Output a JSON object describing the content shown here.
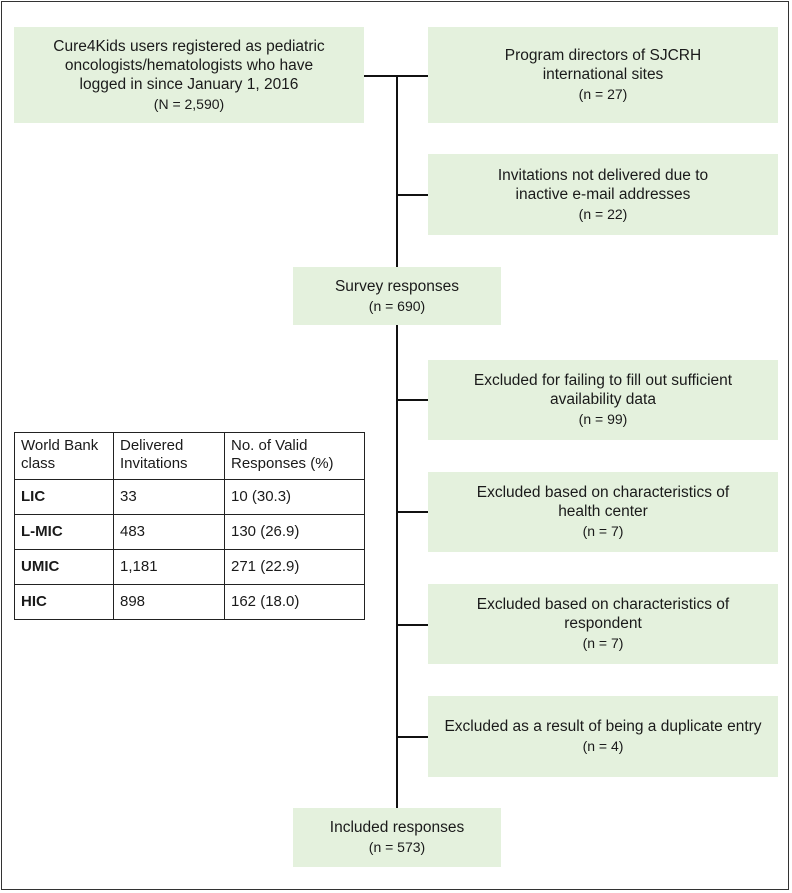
{
  "boxes": {
    "registered": {
      "lines": [
        "Cure4Kids users registered as pediatric",
        "oncologists/hematologists who have",
        "logged in since January 1, 2016"
      ],
      "count": "(N = 2,590)"
    },
    "directors": {
      "lines": [
        "Program directors of SJCRH",
        "international sites"
      ],
      "count": "(n = 27)"
    },
    "not_delivered": {
      "lines": [
        "Invitations not delivered due to",
        "inactive e-mail addresses"
      ],
      "count": "(n = 22)"
    },
    "survey_responses": {
      "lines": [
        "Survey responses"
      ],
      "count": "(n = 690)"
    },
    "excluded_insufficient": {
      "lines": [
        "Excluded for failing to fill out sufficient",
        "availability data"
      ],
      "count": "(n = 99)"
    },
    "excluded_center": {
      "lines": [
        "Excluded based on characteristics of",
        "health center"
      ],
      "count": "(n = 7)"
    },
    "excluded_respondent": {
      "lines": [
        "Excluded based on characteristics of",
        "respondent"
      ],
      "count": "(n = 7)"
    },
    "excluded_duplicate": {
      "lines": [
        "Excluded as a result of being a duplicate entry"
      ],
      "count": "(n = 4)"
    },
    "included": {
      "lines": [
        "Included responses"
      ],
      "count": "(n = 573)"
    }
  },
  "table": {
    "headers": [
      [
        "World Bank",
        "class"
      ],
      [
        "Delivered",
        "Invitations"
      ],
      [
        "No. of Valid",
        "Responses (%)"
      ]
    ],
    "rows": [
      [
        "LIC",
        "33",
        "10 (30.3)"
      ],
      [
        "L-MIC",
        "483",
        "130 (26.9)"
      ],
      [
        "UMIC",
        "1,181",
        "271 (22.9)"
      ],
      [
        "HIC",
        "898",
        "162 (18.0)"
      ]
    ]
  }
}
